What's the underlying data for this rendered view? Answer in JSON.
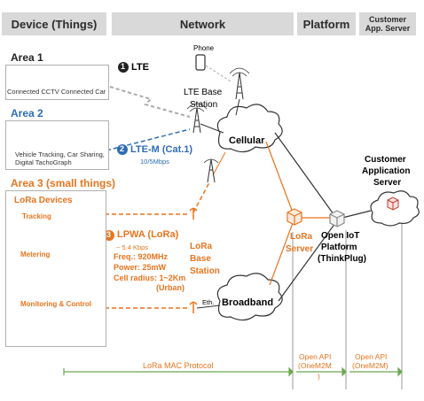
{
  "header": {
    "device": "Device (Things)",
    "network": "Network",
    "platform": "Platform",
    "customer_app_server_line1": "Customer",
    "customer_app_server_line2": "App. Server"
  },
  "area1": {
    "title": "Area 1",
    "devices": "Connected CCTV  Connected Car",
    "link_number": "1",
    "link_label": "LTE"
  },
  "phone_label": "Phone",
  "lte_base_station_line1": "LTE Base",
  "lte_base_station_line2": "Station",
  "cellular": "Cellular",
  "area2": {
    "title": "Area 2",
    "devices_line1": "Vehicle Tracking, Car Sharing,",
    "devices_line2": "Digital TachoGraph",
    "link_number": "2",
    "link_label": "LTE-M (Cat.1)",
    "link_speed": "10/5Mbps"
  },
  "area3": {
    "title": "Area 3 (small things)",
    "group_title": "LoRa Devices",
    "tracking": "Tracking",
    "metering": "Metering",
    "monitoring": "Monitoring & Control",
    "link_number": "3",
    "link_label": "LPWA (LoRa)",
    "speed": "~ 5.4 Kbps",
    "freq": "Freq.: 920MHz",
    "power": "Power: 25mW",
    "cell_radius": "Cell radius: 1~2Km",
    "cell_radius_note": "(Urban)"
  },
  "lora_base_station_line1": "LoRa",
  "lora_base_station_line2": "Base",
  "lora_base_station_line3": "Station",
  "eth": "Eth.",
  "broadband": "Broadband",
  "lora_server_line1": "LoRa",
  "lora_server_line2": "Server",
  "open_iot_line1": "Open IoT",
  "open_iot_line2": "Platform",
  "open_iot_line3": "(ThinkPlug)",
  "customer_app_line1": "Customer",
  "customer_app_line2": "Application",
  "customer_app_line3": "Server",
  "bottom": {
    "lora_mac": "LoRa MAC Protocol",
    "open_api_1_line1": "Open API",
    "open_api_1_line2": "(OneM2M",
    "open_api_1_line3": ")",
    "open_api_2_line1": "Open API",
    "open_api_2_line2": "(OneM2M)"
  },
  "colors": {
    "orange": "#e8741e",
    "blue": "#2e6db4",
    "green": "#6aa84f",
    "header_bg": "#d9d9d9"
  }
}
